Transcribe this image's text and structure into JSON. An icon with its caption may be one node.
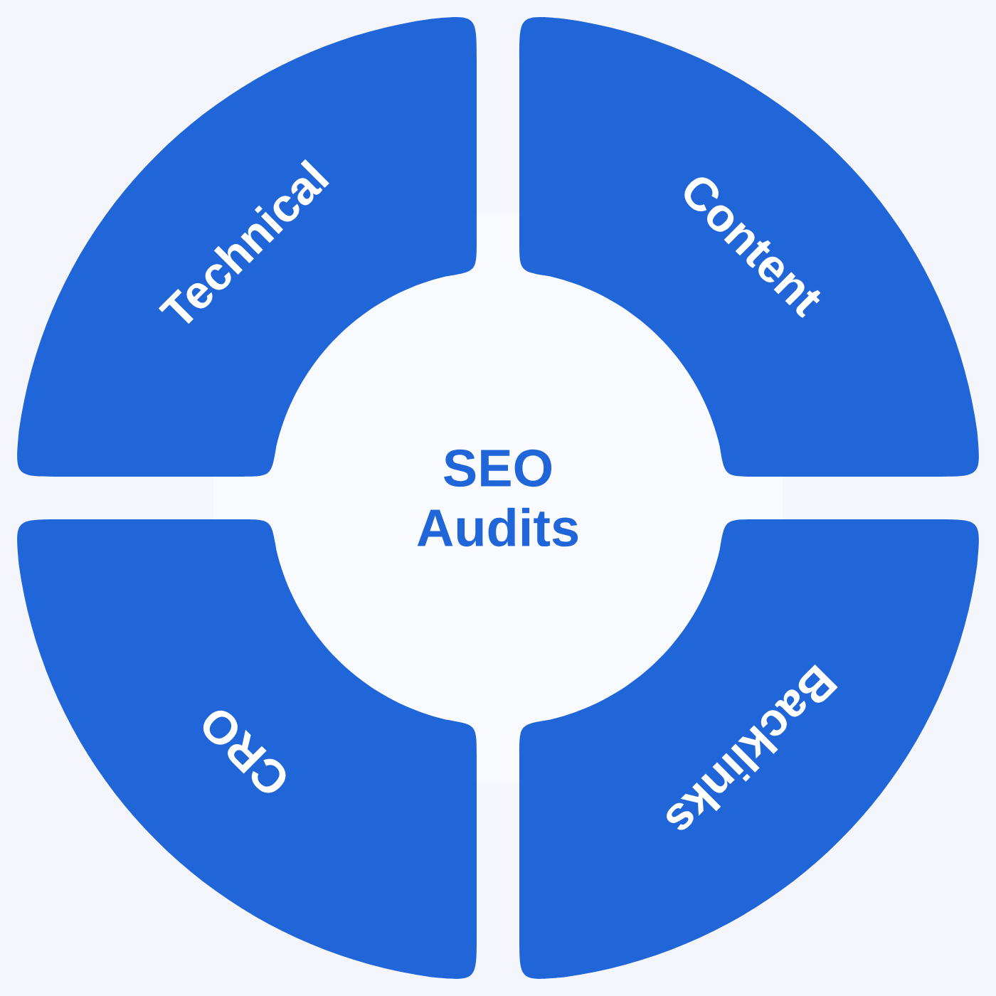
{
  "diagram": {
    "nodes": [
      {
        "text": [
          "Technical"
        ]
      },
      {
        "text": [
          "Content"
        ]
      },
      {
        "text": [
          "SEO Audits"
        ]
      },
      {
        "text": [
          "CRO"
        ]
      },
      {
        "text": [
          "Backlinks"
        ]
      }
    ]
  }
}
